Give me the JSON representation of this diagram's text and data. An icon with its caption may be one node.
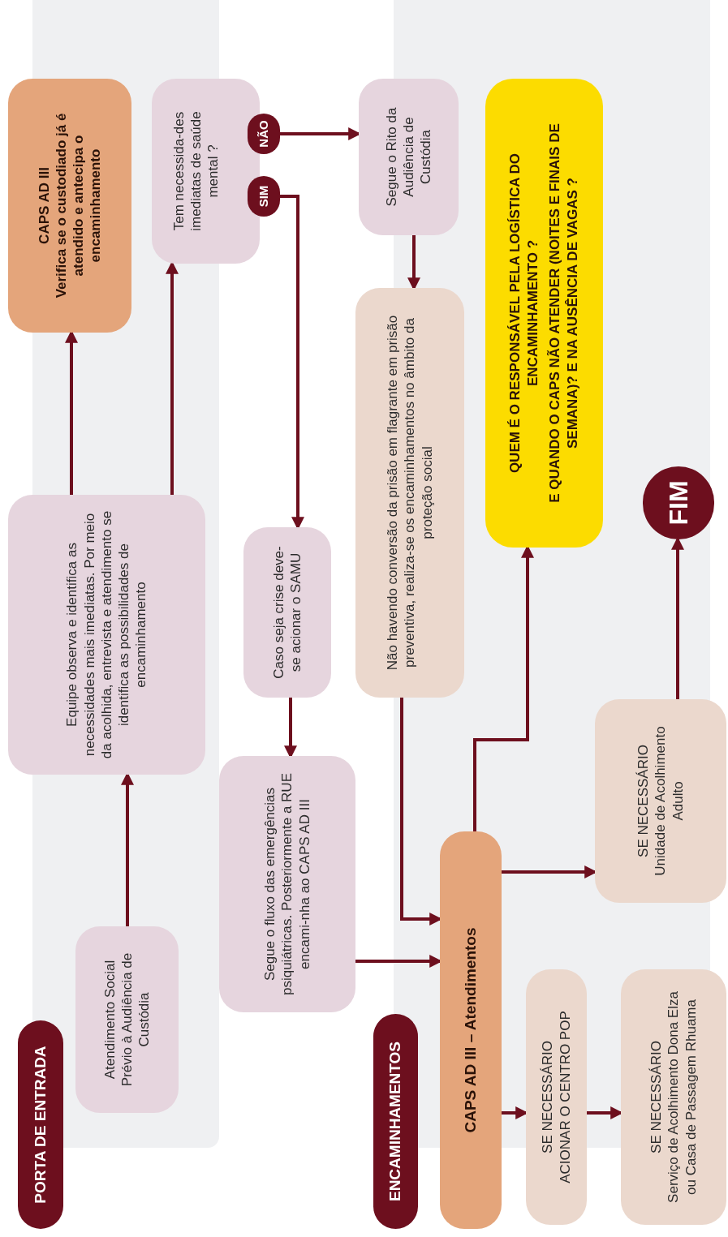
{
  "diagram": {
    "nodes": [
      {
        "text": [
          "PORTA DE ENTRADA"
        ]
      },
      {
        "text": [
          "Atendimento Social Prévio à Audiência de Custódia"
        ]
      },
      {
        "text": [
          "Equipe observa e identifica as necessidades mais imediatas. Por meio da acolhida, entrevista e atendimento se identifica as possibilidades de encaminhamento"
        ]
      },
      {
        "text": [
          "CAPS AD III",
          "Verifica se o custodiado já é atendido e antecipa o encaminhamento"
        ]
      },
      {
        "text": [
          "Tem necessida-des imediatas de saúde mental ?"
        ]
      },
      {
        "text": [
          "NÃO"
        ]
      },
      {
        "text": [
          "SIM"
        ]
      },
      {
        "text": [
          "Caso seja crise deve-se acionar o SAMU"
        ]
      },
      {
        "text": [
          "Segue o fluxo das emergências psiquiátricas. Posteriormente a RUE encami-nha ao CAPS AD III"
        ]
      },
      {
        "text": [
          "ENCAMINHAMENTOS"
        ]
      },
      {
        "text": [
          "Segue o Rito da Audiência de Custódia"
        ]
      },
      {
        "text": [
          "Não havendo conversão da prisão em flagrante em prisão preventiva, realiza-se os encaminhamentos no âmbito da proteção social"
        ]
      },
      {
        "text": [
          "QUEM É O RESPONSÁVEL PELA LOGÍSTICA DO ENCAMINHAMENTO ?",
          "E QUANDO O CAPS NÃO ATENDER (NOITES E FINAIS DE SEMANA)? E NA AUSÊNCIA DE VAGAS ?"
        ]
      },
      {
        "text": [
          "CAPS AD III – Atendimentos"
        ]
      },
      {
        "text": [
          "SE NECESSÁRIO",
          "ACIONAR O CENTRO POP"
        ]
      },
      {
        "text": [
          "SE NECESSÁRIO",
          "Serviço de Acolhimento Dona Elza ou Casa de Passagem Rhuama"
        ]
      },
      {
        "text": [
          "SE NECESSÁRIO",
          "Unidade de Acolhimento Adulto"
        ]
      },
      {
        "text": [
          "FIM"
        ]
      }
    ],
    "edges": [
      {
        "from": 1,
        "to": 2,
        "arrow": "to"
      },
      {
        "from": 2,
        "to": 3,
        "arrow": "to"
      },
      {
        "from": 2,
        "to": 4,
        "arrow": "to"
      },
      {
        "from": 5,
        "to": 10,
        "arrow": "to"
      },
      {
        "from": 6,
        "to": 7,
        "arrow": "to"
      },
      {
        "from": 7,
        "to": 8,
        "arrow": "to"
      },
      {
        "from": 10,
        "to": 11,
        "arrow": "to"
      },
      {
        "from": 11,
        "to": 13,
        "arrow": "to"
      },
      {
        "from": 8,
        "to": 13,
        "arrow": "to"
      },
      {
        "from": 13,
        "to": 16,
        "arrow": "to"
      },
      {
        "from": 13,
        "to": 12,
        "arrow": "to"
      },
      {
        "from": 16,
        "to": 17,
        "arrow": "to"
      },
      {
        "from": 13,
        "to": 14,
        "arrow": "to"
      },
      {
        "from": 14,
        "to": 15,
        "arrow": "to"
      }
    ]
  }
}
